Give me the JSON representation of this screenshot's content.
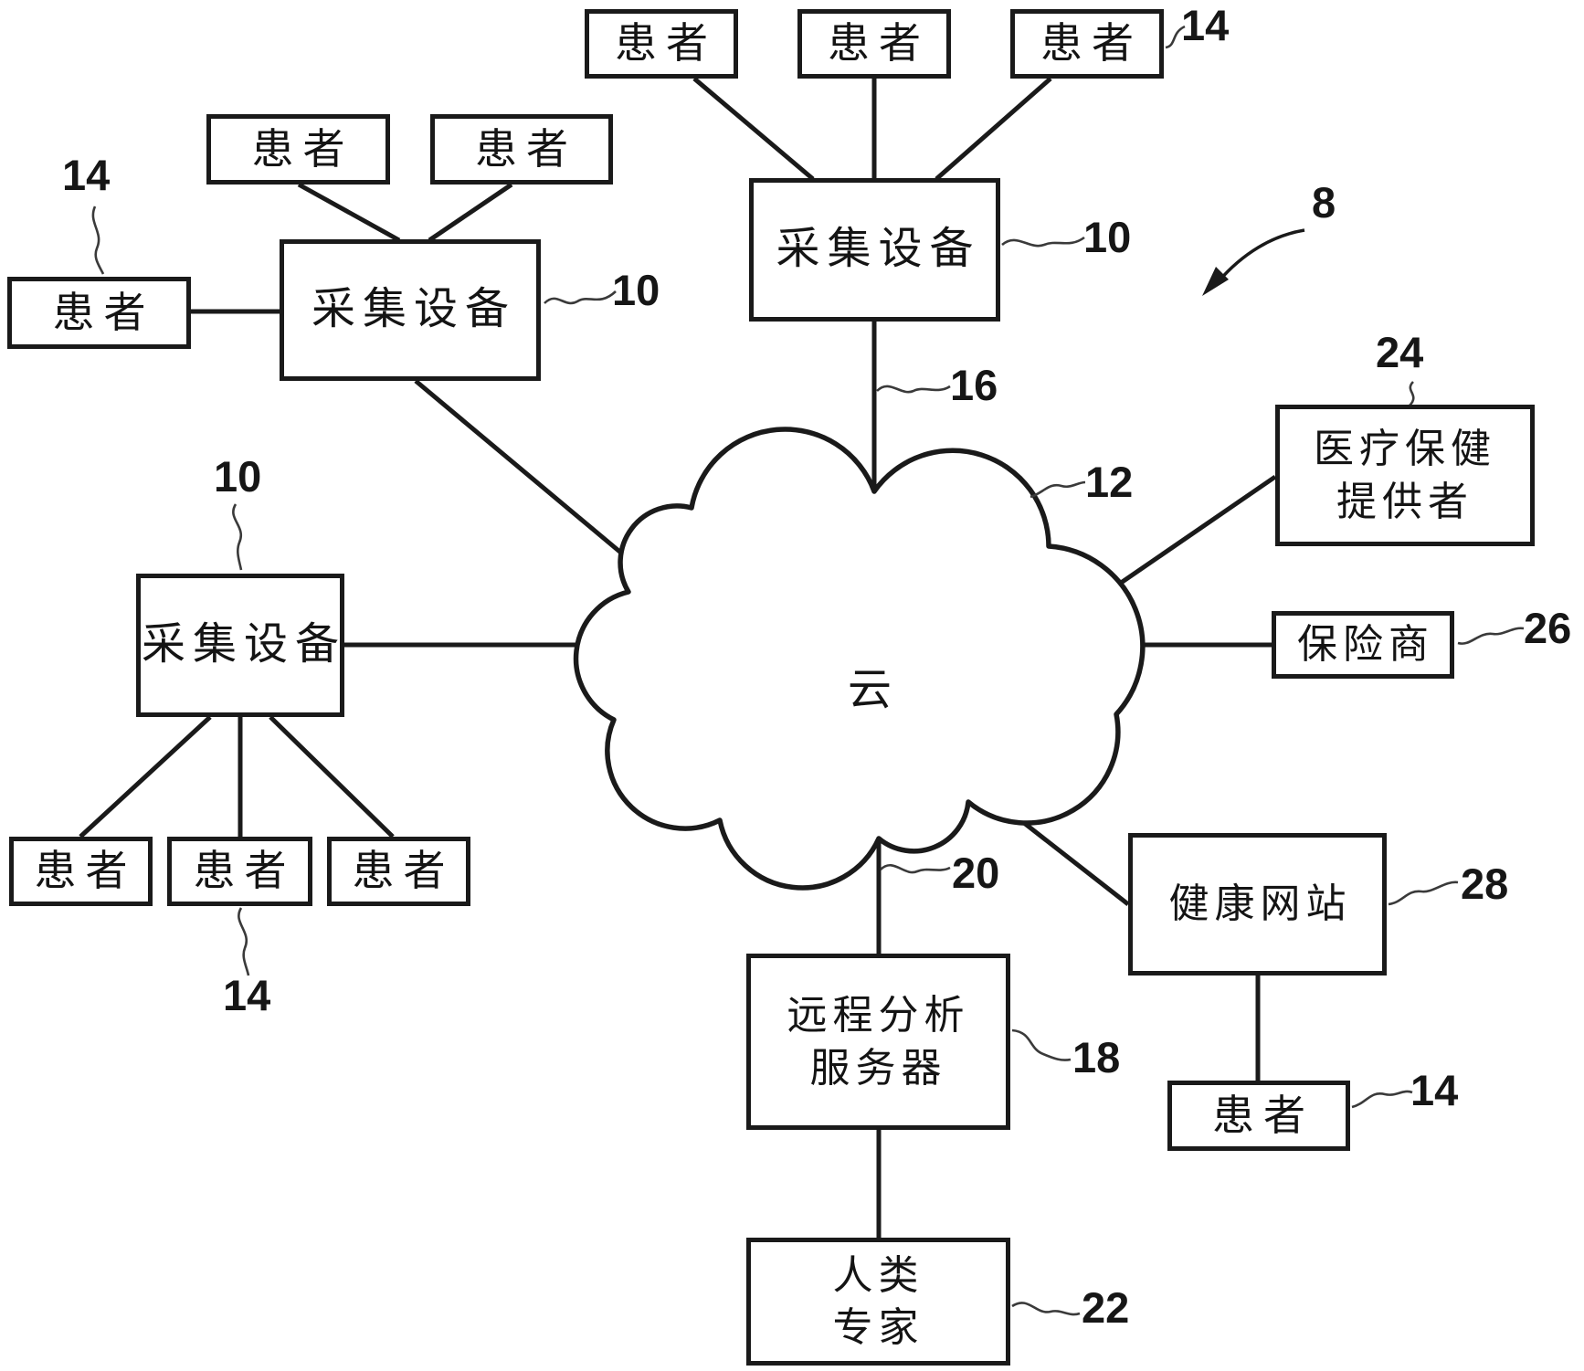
{
  "figure": {
    "cloud_label": "云",
    "boxes": {
      "patient": "患者",
      "acquisition_device": "采集设备",
      "healthcare_provider": [
        "医疗保健",
        "提供者"
      ],
      "insurer": "保险商",
      "health_website": "健康网站",
      "remote_analysis_server": [
        "远程分析",
        "服务器"
      ],
      "human_expert": [
        "人类",
        "专家"
      ]
    },
    "reference_numerals": {
      "system": "8",
      "acquisition_device": "10",
      "cloud": "12",
      "patient": "14",
      "link_device_cloud": "16",
      "remote_analysis_server": "18",
      "link_cloud_server": "20",
      "human_expert": "22",
      "healthcare_provider": "24",
      "insurer": "26",
      "health_website": "28"
    }
  }
}
